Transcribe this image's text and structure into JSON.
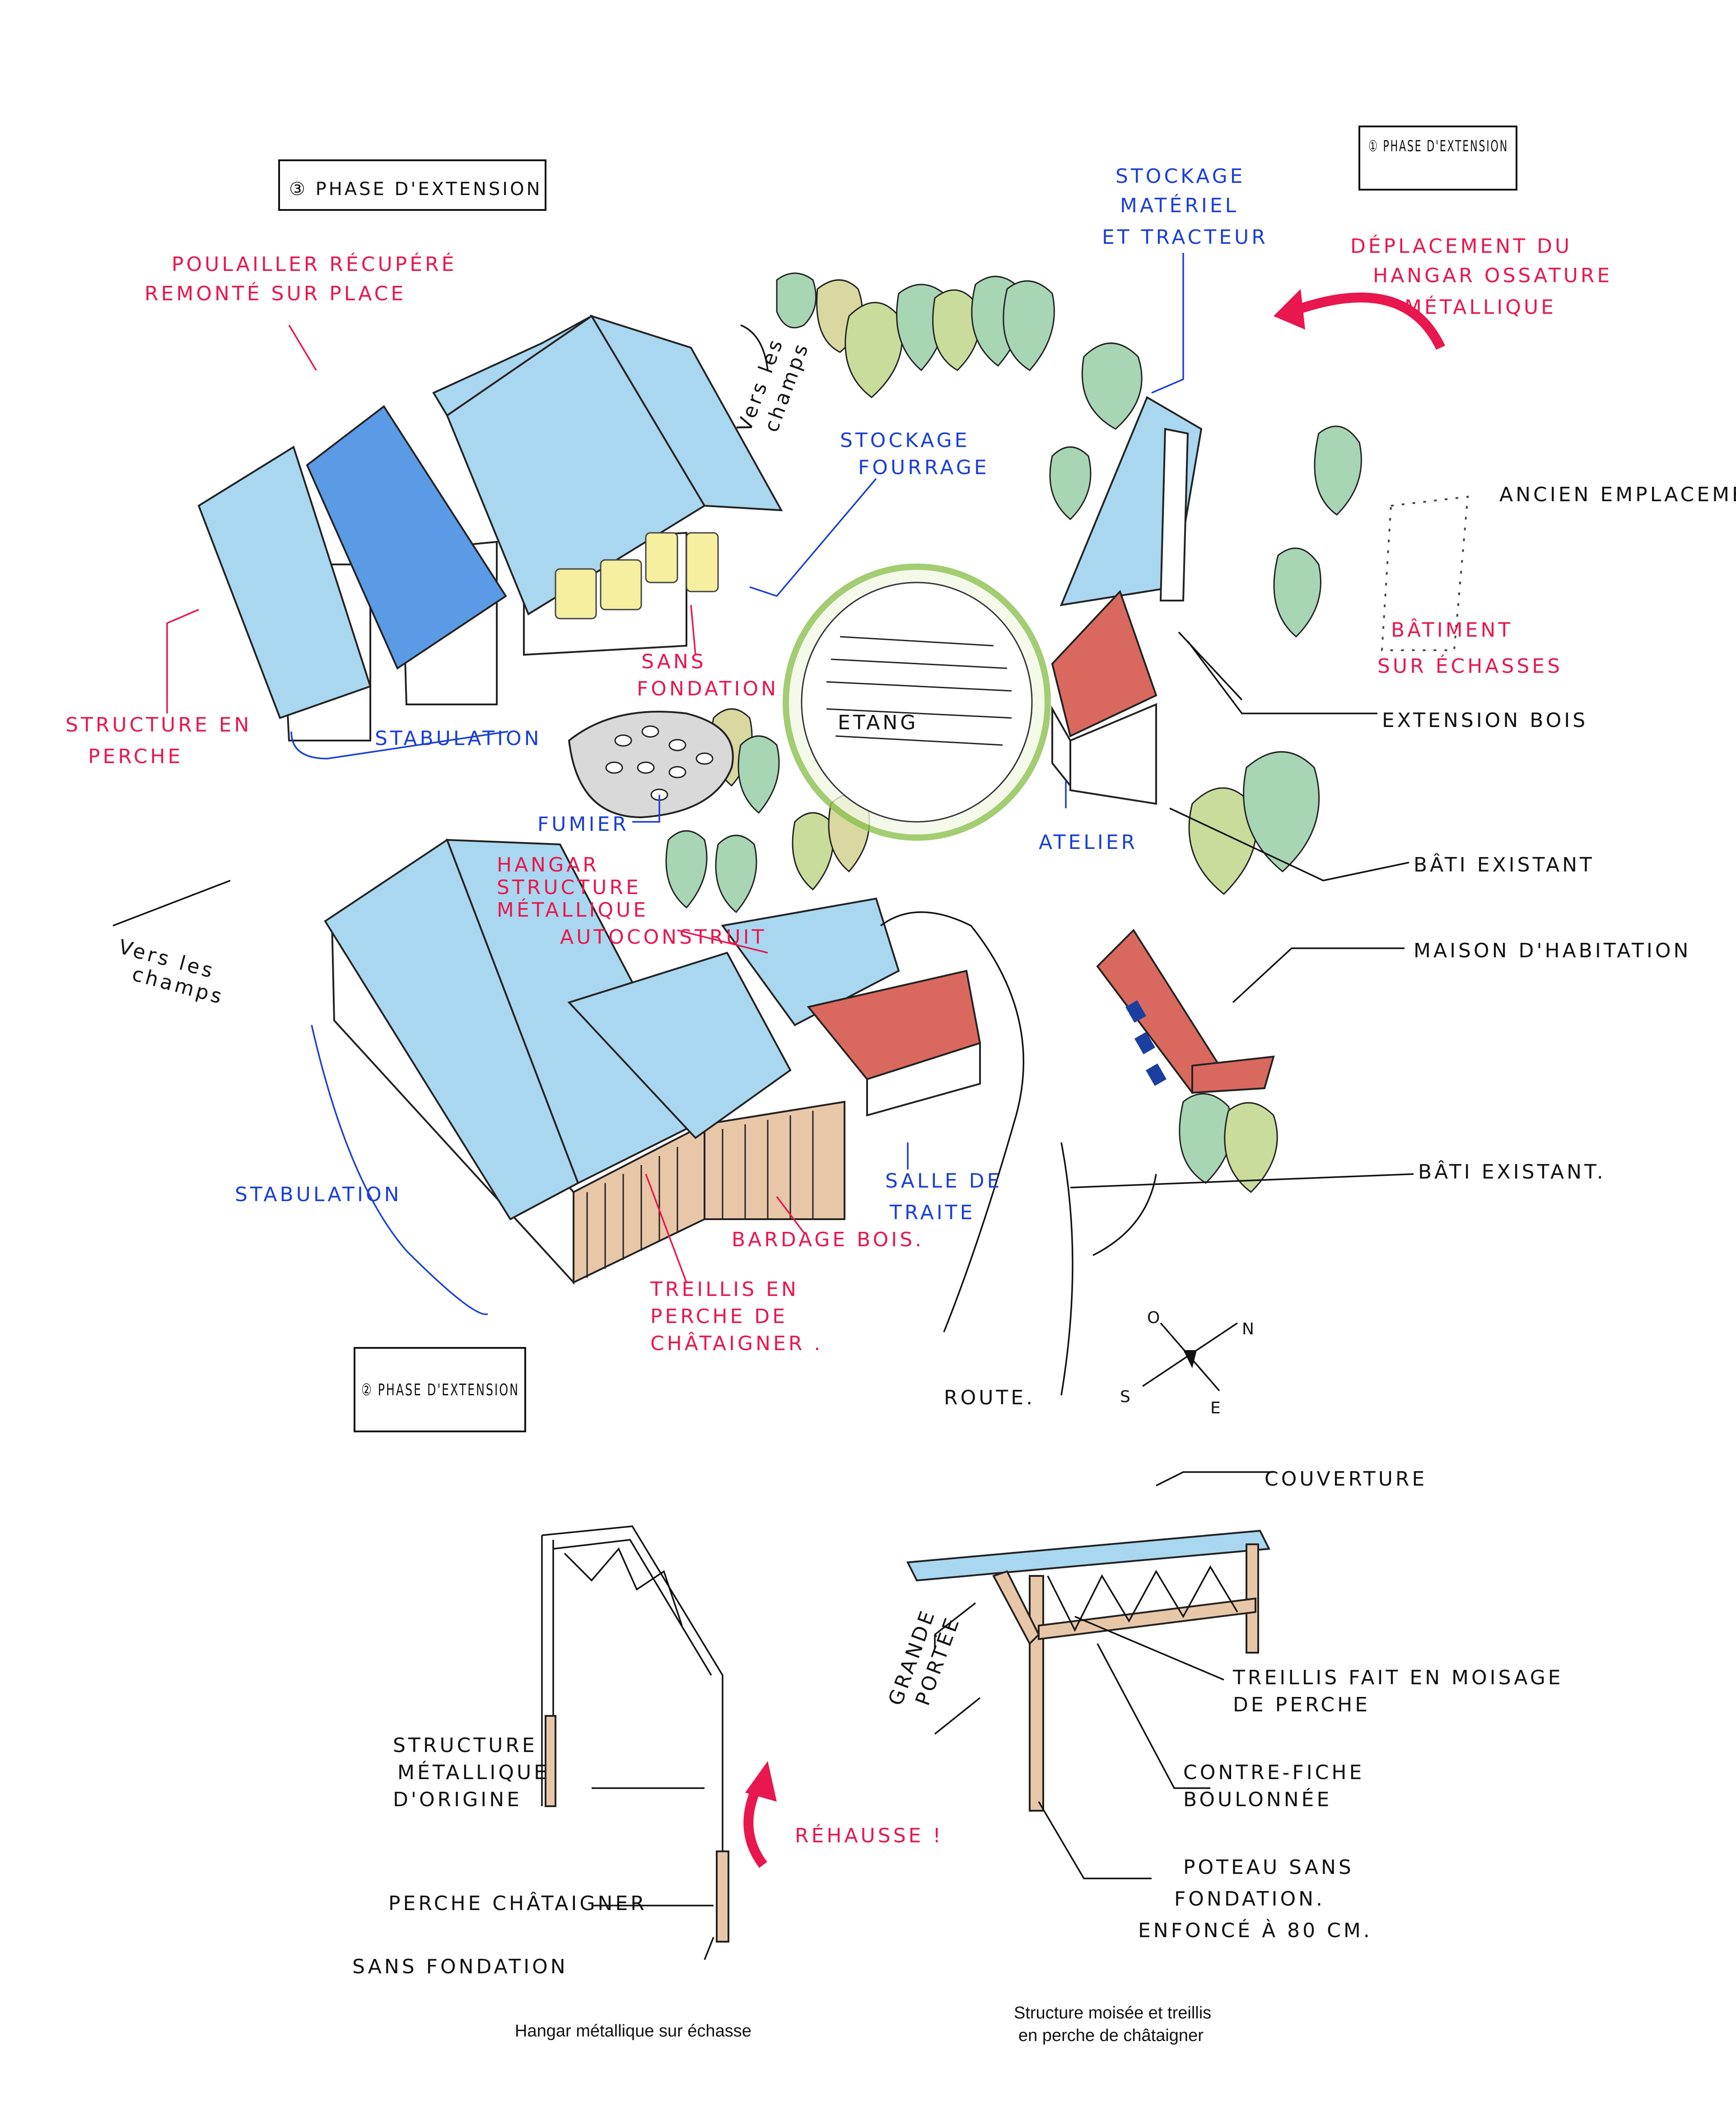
{
  "phases": {
    "phase1": "① PHASE D'EXTENSION",
    "phase2": "② PHASE D'EXTENSION",
    "phase3": "③ PHASE D'EXTENSION"
  },
  "labels_red": {
    "poulailler": [
      "POULAILLER RÉCUPÉRÉ",
      "REMONTÉ SUR PLACE"
    ],
    "structure_perche": [
      "STRUCTURE EN",
      "PERCHE"
    ],
    "sans_fondation": [
      "SANS",
      "FONDATION"
    ],
    "hangar": [
      "HANGAR",
      "STRUCTURE",
      "MÉTALLIQUE",
      "AUTOCONSTRUIT"
    ],
    "treillis": [
      "TREILLIS EN",
      "PERCHE DE",
      "CHÂTAIGNER ."
    ],
    "bardage": "BARDAGE BOIS.",
    "deplacement": [
      "DÉPLACEMENT DU",
      "HANGAR OSSATURE",
      "MÉTALLIQUE"
    ],
    "batiment": [
      "BÂTIMENT",
      "SUR ÉCHASSES"
    ],
    "rehausse": "RÉHAUSSE !"
  },
  "labels_blue": {
    "stockage_materiel": [
      "STOCKAGE",
      "MATÉRIEL",
      "ET TRACTEUR"
    ],
    "stockage_fourrage": [
      "STOCKAGE",
      "FOURRAGE"
    ],
    "stabulation_top": "STABULATION",
    "stabulation_bottom": "STABULATION",
    "fumier": "FUMIER",
    "atelier": "ATELIER",
    "salle_traite": [
      "SALLE DE",
      "TRAITE"
    ]
  },
  "labels_black": {
    "vers_champs_top": [
      "Vers les",
      "champs"
    ],
    "vers_champs_left": [
      "Vers les",
      "champs"
    ],
    "ancien": "ANCIEN EMPLACEMENT",
    "extension_bois": "EXTENSION BOIS",
    "bati_existant_1": "BÂTI EXISTANT",
    "maison": "MAISON D'HABITATION",
    "bati_existant_2": "BÂTI EXISTANT.",
    "etang": "ETANG",
    "route": "ROUTE.",
    "compass": {
      "n": "N",
      "s": "S",
      "e": "E",
      "o": "O"
    }
  },
  "detail_left": {
    "structure": [
      "STRUCTURE",
      "MÉTALLIQUE",
      "D'ORIGINE"
    ],
    "perche": "PERCHE CHÂTAIGNER",
    "sans_fondation": "SANS FONDATION",
    "caption": "Hangar métallique sur échasse"
  },
  "detail_right": {
    "couverture": "COUVERTURE",
    "grande_portee": [
      "GRANDE",
      "PORTÉE"
    ],
    "treillis": [
      "TREILLIS FAIT EN MOISAGE",
      "DE PERCHE"
    ],
    "contre_fiche": [
      "CONTRE-FICHE",
      "BOULONNÉE"
    ],
    "poteau": [
      "POTEAU SANS",
      "FONDATION.",
      "ENFONCÉ À 80 CM."
    ],
    "caption": [
      "Structure moisée et treillis",
      "en perche de châtaigner"
    ]
  },
  "colors": {
    "red": "#e8174e",
    "blue": "#1a3fd6",
    "roof_blue": "#a9d7ef",
    "roof_red": "#d9695f",
    "wood": "#e8c7a8",
    "hay": "#f5ef9f"
  }
}
